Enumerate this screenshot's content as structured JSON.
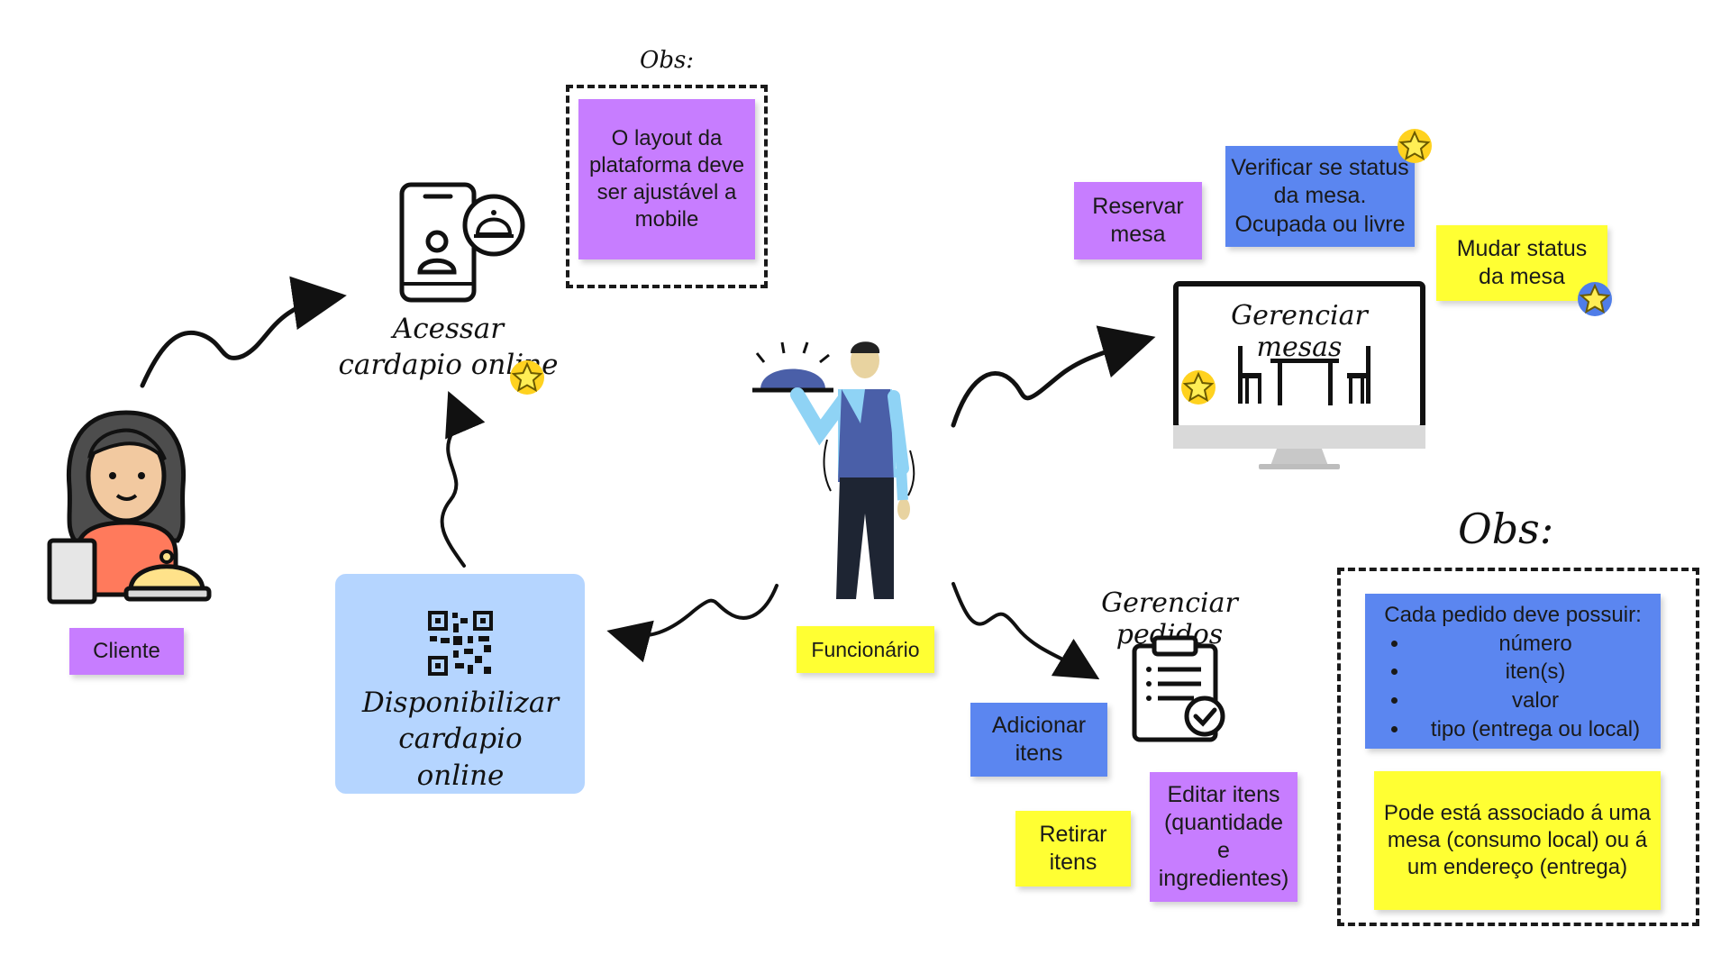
{
  "colors": {
    "purple": "#c77dff",
    "yellow": "#ffff33",
    "blue": "#5b86f0",
    "lightblue": "#b5d5ff"
  },
  "client": {
    "label": "Cliente"
  },
  "access_menu": {
    "label": "Acessar cardapio online"
  },
  "obs_top": {
    "title": "Obs:",
    "note": "O layout da plataforma deve ser ajustável a mobile"
  },
  "qr_box": {
    "label": "Disponibilizar cardapio online"
  },
  "employee": {
    "label": "Funcionário"
  },
  "tables": {
    "reserve": "Reservar mesa",
    "verify": "Verificar se status da mesa. Ocupada ou livre",
    "change_status": "Mudar status da mesa",
    "manage": "Gerenciar mesas"
  },
  "orders": {
    "manage": "Gerenciar pedidos",
    "add": "Adicionar itens",
    "remove": "Retirar itens",
    "edit": "Editar itens (quantidade e ingredientes)"
  },
  "obs_bottom": {
    "title": "Obs:",
    "order_heading": "Cada pedido deve possuir:",
    "order_fields": [
      "número",
      "iten(s)",
      "valor",
      "tipo (entrega ou local)"
    ],
    "association": "Pode está associado á uma mesa (consumo local) ou á um endereço (entrega)"
  },
  "icons": [
    "customer-icon",
    "phone-app-icon",
    "qr-code-icon",
    "waiter-icon",
    "monitor-icon",
    "clipboard-icon",
    "star-icon"
  ]
}
